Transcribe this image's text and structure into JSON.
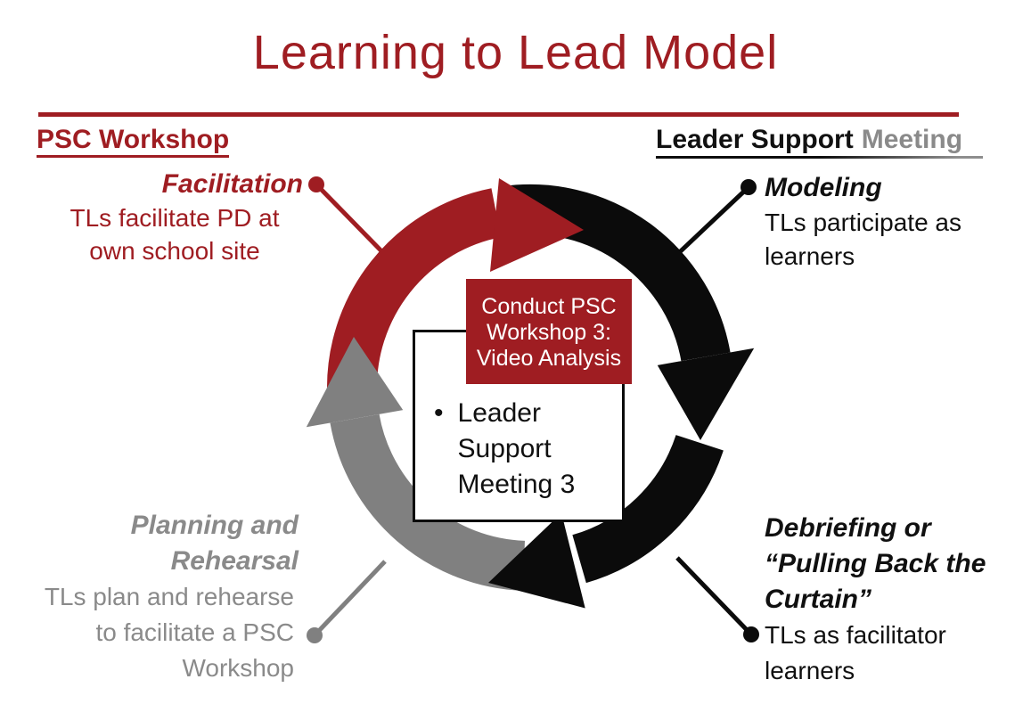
{
  "title": "Learning to Lead Model",
  "colors": {
    "dark_red": "#9F1D22",
    "black": "#0b0b0b",
    "gray": "#808080",
    "gray_text": "#8a8a8a",
    "white": "#ffffff"
  },
  "left_section": {
    "heading": "PSC Workshop",
    "label": "Facilitation",
    "body_lines": [
      "TLs facilitate PD at",
      "own school site"
    ]
  },
  "right_section": {
    "heading_black": "Leader Support",
    "heading_gray": "Meeting",
    "modeling_label": "Modeling",
    "modeling_lines": [
      "TLs participate as",
      "learners"
    ],
    "debrief_label_lines": [
      "Debriefing or",
      "“Pulling Back the",
      "Curtain”"
    ],
    "debrief_lines": [
      "TLs as facilitator",
      "learners"
    ]
  },
  "bottom_left": {
    "label_lines": [
      "Planning and",
      "Rehearsal"
    ],
    "body_lines": [
      "TLs plan and rehearse",
      "to facilitate a PSC",
      "Workshop"
    ]
  },
  "center": {
    "red_box_lines": [
      "Conduct PSC",
      "Workshop 3:",
      "Video Analysis"
    ],
    "bullet": "•",
    "list_item_lines": [
      "Leader",
      "Support",
      "Meeting 3"
    ]
  }
}
